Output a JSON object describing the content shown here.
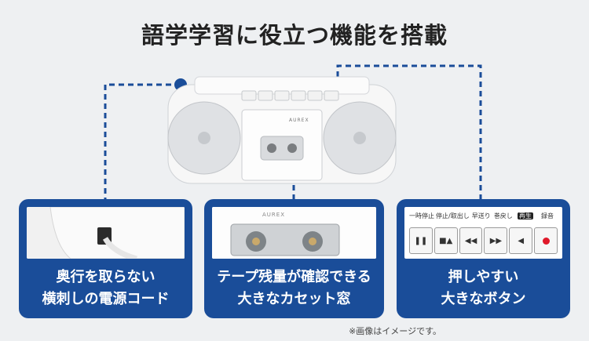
{
  "page": {
    "title": "語学学習に役立つ機能を搭載",
    "note": "※画像はイメージです。"
  },
  "device": {
    "brand": "AUREX"
  },
  "cards": [
    {
      "label_line1": "奥行を取らない",
      "label_line2": "横刺しの電源コード"
    },
    {
      "label_line1": "テープ残量が確認できる",
      "label_line2": "大きなカセット窓",
      "photo_brand": "AUREX"
    },
    {
      "label_line1": "押しやすい",
      "label_line2": "大きなボタン"
    }
  ],
  "buttons": {
    "labels": [
      "一時停止",
      "停止/取出し",
      "早送り",
      "巻戻し",
      "再生",
      "録音"
    ],
    "icons": [
      "pause-icon",
      "stop-eject-icon",
      "fast-forward-icon",
      "rewind-icon",
      "play-icon",
      "record-icon"
    ]
  },
  "colors": {
    "accent": "#1a4d99",
    "record": "#e0192a"
  }
}
